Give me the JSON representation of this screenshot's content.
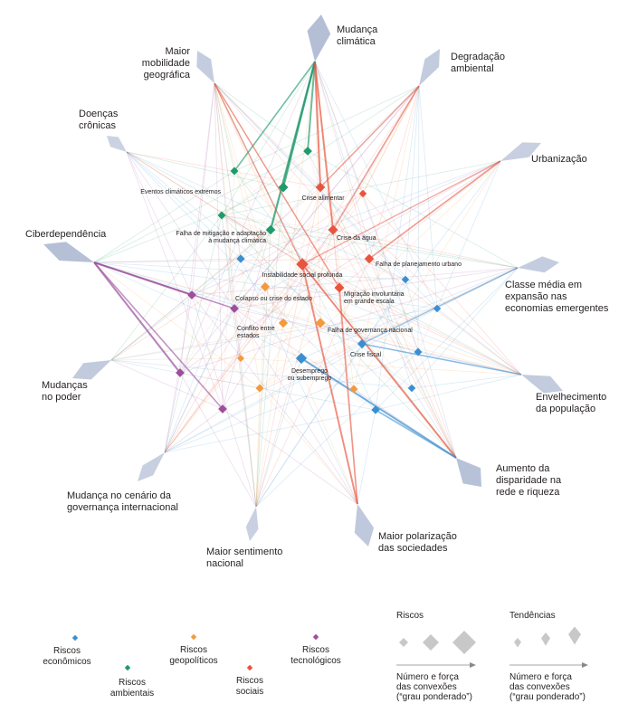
{
  "colors": {
    "economic": "#3a8fd0",
    "environmental": "#1f9a6b",
    "geopolitical": "#f39a3c",
    "societal": "#e8553f",
    "technological": "#9b4f9d",
    "trend": "#b4bfd6",
    "legend_gray": "#c8c8c8"
  },
  "trends": [
    {
      "id": "t-clima",
      "name": "Mudança climática",
      "lines": [
        "Mudança",
        "climática"
      ],
      "w": 1.0
    },
    {
      "id": "t-degradacao",
      "name": "Degradação ambiental",
      "lines": [
        "Degradação",
        "ambiental"
      ],
      "w": 0.55
    },
    {
      "id": "t-urbanizacao",
      "name": "Urbanização",
      "lines": [
        "Urbanização"
      ],
      "w": 0.45
    },
    {
      "id": "t-classe",
      "name": "Classe média em expansão nas economias emergentes",
      "lines": [
        "Classe média em",
        "expansão nas",
        "economias emergentes"
      ],
      "w": 0.5
    },
    {
      "id": "t-envelhecimento",
      "name": "Envelhecimento da população",
      "lines": [
        "Envelhecimento",
        "da população"
      ],
      "w": 0.55
    },
    {
      "id": "t-disparidade",
      "name": "Aumento da disparidade na rede e riqueza",
      "lines": [
        "Aumento da",
        "disparidade na",
        "rede e riqueza"
      ],
      "w": 0.9
    },
    {
      "id": "t-polarizacao",
      "name": "Maior polarização das sociedades",
      "lines": [
        "Maior polarização",
        "das sociedades"
      ],
      "w": 0.7
    },
    {
      "id": "t-sentimento",
      "name": "Maior sentimento nacional",
      "lines": [
        "Maior sentimento",
        "nacional"
      ],
      "w": 0.4
    },
    {
      "id": "t-governanca",
      "name": "Mudança no cenário da governança internacional",
      "lines": [
        "Mudança no cenário da",
        "governança internacional"
      ],
      "w": 0.45
    },
    {
      "id": "t-poder",
      "name": "Mudanças no poder",
      "lines": [
        "Mudanças",
        "no poder"
      ],
      "w": 0.6
    },
    {
      "id": "t-ciber",
      "name": "Ciberdependência",
      "lines": [
        "Ciberdependência"
      ],
      "w": 0.95
    },
    {
      "id": "t-doencas",
      "name": "Doenças crônicas",
      "lines": [
        "Doenças",
        "crônicas"
      ],
      "w": 0.3
    },
    {
      "id": "t-mobilidade",
      "name": "Maior mobilidade geográfica",
      "lines": [
        "Maior",
        "mobilidade",
        "geográfica"
      ],
      "w": 0.5
    }
  ],
  "risks": [
    {
      "id": "r1",
      "cat": "environmental",
      "lines": [
        "Eventos climáticos extremos"
      ],
      "w": 0.6
    },
    {
      "id": "r2",
      "cat": "environmental",
      "lines": [],
      "w": 0.45
    },
    {
      "id": "r3",
      "cat": "environmental",
      "lines": [],
      "w": 0.35
    },
    {
      "id": "r4",
      "cat": "environmental",
      "lines": [],
      "w": 0.35
    },
    {
      "id": "r5",
      "cat": "environmental",
      "lines": [
        "Falha de mitigação e adaptação",
        "à mudança climática"
      ],
      "w": 0.55
    },
    {
      "id": "r6",
      "cat": "societal",
      "lines": [
        "Crise alimentar"
      ],
      "w": 0.55
    },
    {
      "id": "r7",
      "cat": "societal",
      "lines": [],
      "w": 0.3
    },
    {
      "id": "r8",
      "cat": "societal",
      "lines": [
        "Crise da água"
      ],
      "w": 0.6
    },
    {
      "id": "r9",
      "cat": "societal",
      "lines": [
        "Instabilidade social profunda"
      ],
      "w": 0.9
    },
    {
      "id": "r10",
      "cat": "societal",
      "lines": [
        "Falha de planejamento urbano"
      ],
      "w": 0.55
    },
    {
      "id": "r11",
      "cat": "societal",
      "lines": [
        "Migração involuntária",
        "em grande escala"
      ],
      "w": 0.6
    },
    {
      "id": "r12",
      "cat": "economic",
      "lines": [],
      "w": 0.4
    },
    {
      "id": "r13",
      "cat": "economic",
      "lines": [],
      "w": 0.3
    },
    {
      "id": "r14",
      "cat": "economic",
      "lines": [],
      "w": 0.3
    },
    {
      "id": "r15",
      "cat": "economic",
      "lines": [
        "Crise fiscal"
      ],
      "w": 0.5
    },
    {
      "id": "r16",
      "cat": "economic",
      "lines": [],
      "w": 0.35
    },
    {
      "id": "r17",
      "cat": "economic",
      "lines": [
        "Desemprego",
        "ou subemprego"
      ],
      "w": 0.75
    },
    {
      "id": "r18",
      "cat": "economic",
      "lines": [],
      "w": 0.3
    },
    {
      "id": "r19",
      "cat": "economic",
      "lines": [],
      "w": 0.4
    },
    {
      "id": "r20",
      "cat": "geopolitical",
      "lines": [
        "Colapso ou crise do estado"
      ],
      "w": 0.5
    },
    {
      "id": "r21",
      "cat": "geopolitical",
      "lines": [
        "Conflito entre",
        "estados"
      ],
      "w": 0.5
    },
    {
      "id": "r22",
      "cat": "geopolitical",
      "lines": [
        "Falha de governança nacional"
      ],
      "w": 0.6
    },
    {
      "id": "r23",
      "cat": "geopolitical",
      "lines": [],
      "w": 0.25
    },
    {
      "id": "r24",
      "cat": "geopolitical",
      "lines": [],
      "w": 0.35
    },
    {
      "id": "r25",
      "cat": "geopolitical",
      "lines": [],
      "w": 0.35
    },
    {
      "id": "r26",
      "cat": "technological",
      "lines": [],
      "w": 0.45
    },
    {
      "id": "r27",
      "cat": "technological",
      "lines": [],
      "w": 0.45
    },
    {
      "id": "r28",
      "cat": "technological",
      "lines": [],
      "w": 0.45
    },
    {
      "id": "r29",
      "cat": "technological",
      "lines": [],
      "w": 0.45
    }
  ],
  "strong_links": [
    [
      "t-clima",
      "r1",
      1
    ],
    [
      "t-clima",
      "r5",
      1
    ],
    [
      "t-clima",
      "r2",
      0.8
    ],
    [
      "t-clima",
      "r6",
      0.9
    ],
    [
      "t-clima",
      "r8",
      0.8
    ],
    [
      "t-clima",
      "r3",
      0.6
    ],
    [
      "t-degradacao",
      "r6",
      0.5
    ],
    [
      "t-degradacao",
      "r8",
      0.5
    ],
    [
      "t-urbanizacao",
      "r10",
      0.6
    ],
    [
      "t-urbanizacao",
      "r9",
      0.4
    ],
    [
      "t-ciber",
      "r26",
      0.9
    ],
    [
      "t-ciber",
      "r28",
      0.9
    ],
    [
      "t-ciber",
      "r27",
      0.6
    ],
    [
      "t-ciber",
      "r29",
      0.6
    ],
    [
      "t-disparidade",
      "r17",
      0.9
    ],
    [
      "t-disparidade",
      "r9",
      0.8
    ],
    [
      "t-disparidade",
      "r19",
      0.6
    ],
    [
      "t-polarizacao",
      "r9",
      0.8
    ],
    [
      "t-polarizacao",
      "r11",
      0.6
    ],
    [
      "t-envelhecimento",
      "r15",
      0.5
    ],
    [
      "t-classe",
      "r15",
      0.4
    ],
    [
      "t-mobilidade",
      "r11",
      0.5
    ],
    [
      "t-mobilidade",
      "r9",
      0.4
    ]
  ],
  "legend": {
    "categories": [
      {
        "cat": "economic",
        "lines": [
          "Riscos",
          "econômicos"
        ]
      },
      {
        "cat": "environmental",
        "lines": [
          "Riscos",
          "ambientais"
        ]
      },
      {
        "cat": "geopolitical",
        "lines": [
          "Riscos",
          "geopolíticos"
        ]
      },
      {
        "cat": "societal",
        "lines": [
          "Riscos",
          "sociais"
        ]
      },
      {
        "cat": "technological",
        "lines": [
          "Riscos",
          "tecnológicos"
        ]
      }
    ],
    "risks_title": "Riscos",
    "trends_title": "Tendências",
    "scale_caption": [
      "Número e força",
      "das convexões",
      "(“grau ponderado”)"
    ]
  }
}
